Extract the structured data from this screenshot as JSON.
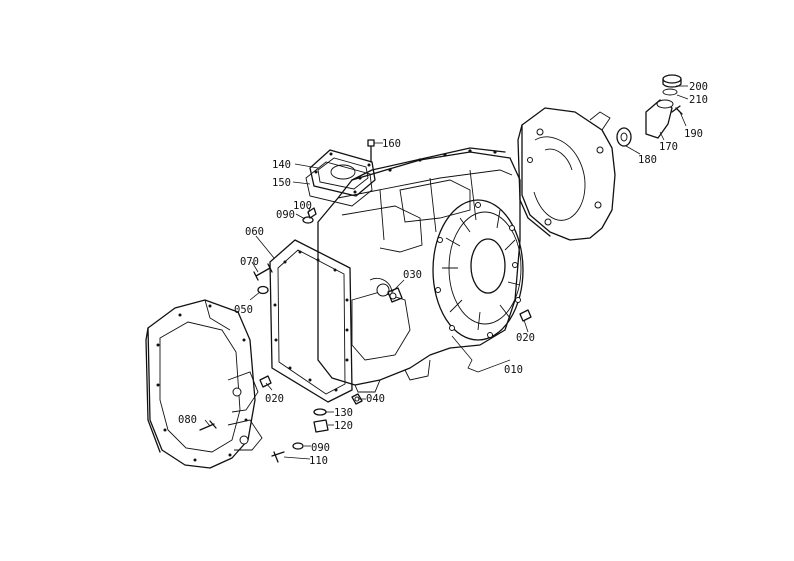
{
  "callouts": {
    "c010": "010",
    "c020a": "020",
    "c020b": "020",
    "c030": "030",
    "c040": "040",
    "c050": "050",
    "c060": "060",
    "c070": "070",
    "c080": "080",
    "c090a": "090",
    "c090b": "090",
    "c100": "100",
    "c110": "110",
    "c120": "120",
    "c130": "130",
    "c140": "140",
    "c150": "150",
    "c160": "160",
    "c170": "170",
    "c180": "180",
    "c190": "190",
    "c200": "200",
    "c210": "210"
  }
}
